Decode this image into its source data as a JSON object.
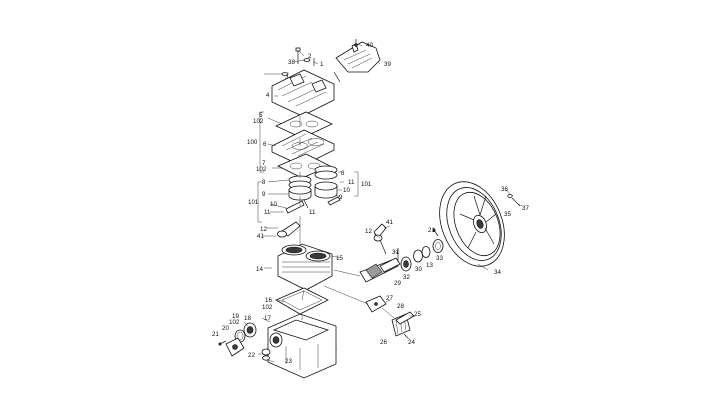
{
  "diagram": {
    "callouts": [
      {
        "id": "c1",
        "label": "1"
      },
      {
        "id": "c2",
        "label": "2"
      },
      {
        "id": "c3a",
        "label": "3"
      },
      {
        "id": "c4",
        "label": "4"
      },
      {
        "id": "c5",
        "label": "5"
      },
      {
        "id": "c102a",
        "label": "102"
      },
      {
        "id": "c6",
        "label": "6"
      },
      {
        "id": "c100",
        "label": "100"
      },
      {
        "id": "c7",
        "label": "7"
      },
      {
        "id": "c102b",
        "label": "102"
      },
      {
        "id": "c8a",
        "label": "8"
      },
      {
        "id": "c8b",
        "label": "8"
      },
      {
        "id": "c9a",
        "label": "9"
      },
      {
        "id": "c9b",
        "label": "9"
      },
      {
        "id": "c10a",
        "label": "10"
      },
      {
        "id": "c10b",
        "label": "10"
      },
      {
        "id": "c11a",
        "label": "11"
      },
      {
        "id": "c11b",
        "label": "11"
      },
      {
        "id": "c11c",
        "label": "11"
      },
      {
        "id": "c101a",
        "label": "101"
      },
      {
        "id": "c101b",
        "label": "101"
      },
      {
        "id": "c12a",
        "label": "12"
      },
      {
        "id": "c41a",
        "label": "41"
      },
      {
        "id": "c12b",
        "label": "12"
      },
      {
        "id": "c41b",
        "label": "41"
      },
      {
        "id": "c14",
        "label": "14"
      },
      {
        "id": "c15",
        "label": "15"
      },
      {
        "id": "c16",
        "label": "16"
      },
      {
        "id": "c102c",
        "label": "102"
      },
      {
        "id": "c17",
        "label": "17"
      },
      {
        "id": "c18",
        "label": "18"
      },
      {
        "id": "c19",
        "label": "19"
      },
      {
        "id": "c102d",
        "label": "102"
      },
      {
        "id": "c20",
        "label": "20"
      },
      {
        "id": "c21a",
        "label": "21"
      },
      {
        "id": "c21b",
        "label": "21"
      },
      {
        "id": "c22",
        "label": "22"
      },
      {
        "id": "c23",
        "label": "23"
      },
      {
        "id": "c24",
        "label": "24"
      },
      {
        "id": "c25",
        "label": "25"
      },
      {
        "id": "c26",
        "label": "26"
      },
      {
        "id": "c27",
        "label": "27"
      },
      {
        "id": "c28",
        "label": "28"
      },
      {
        "id": "c29",
        "label": "29"
      },
      {
        "id": "c30",
        "label": "30"
      },
      {
        "id": "c31",
        "label": "31"
      },
      {
        "id": "c32",
        "label": "32"
      },
      {
        "id": "c13",
        "label": "13"
      },
      {
        "id": "c33",
        "label": "33"
      },
      {
        "id": "c34",
        "label": "34"
      },
      {
        "id": "c35",
        "label": "35"
      },
      {
        "id": "c36",
        "label": "36"
      },
      {
        "id": "c37",
        "label": "37"
      },
      {
        "id": "c38",
        "label": "38"
      },
      {
        "id": "c39",
        "label": "39"
      },
      {
        "id": "c40",
        "label": "40"
      }
    ]
  }
}
